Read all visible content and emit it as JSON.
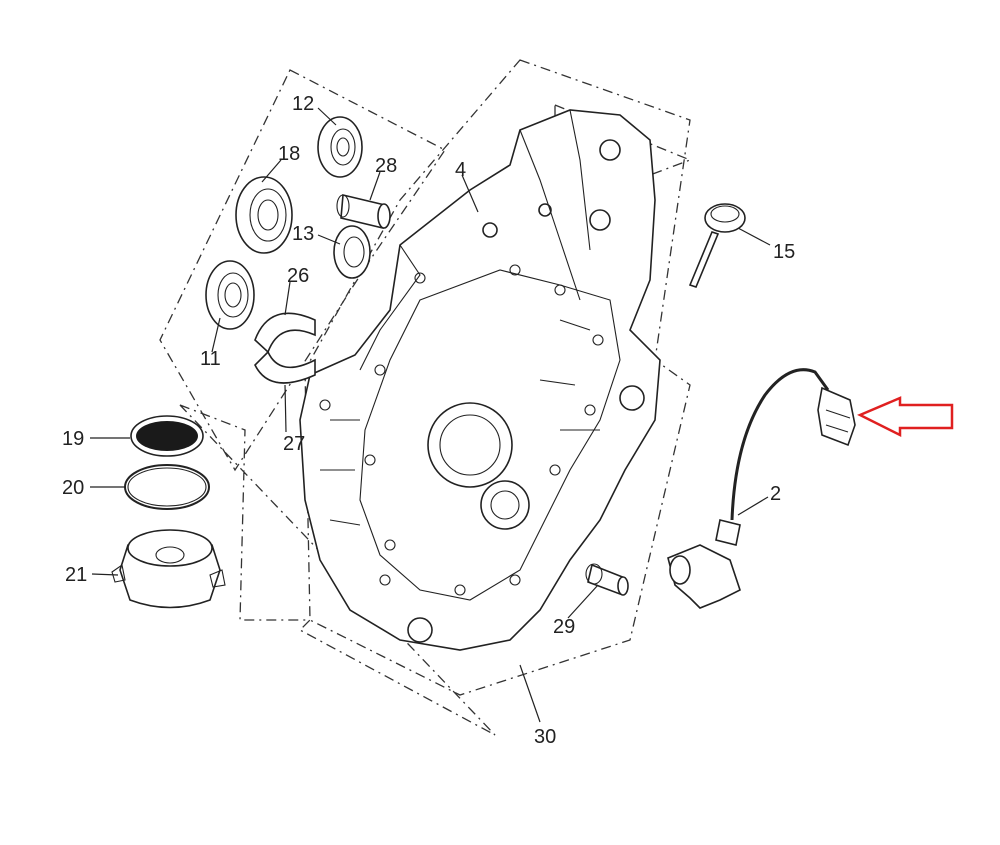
{
  "diagram": {
    "part_numbers": {
      "p12": "12",
      "p18": "18",
      "p28": "28",
      "p4": "4",
      "p13": "13",
      "p26": "26",
      "p11": "11",
      "p15": "15",
      "p19": "19",
      "p27": "27",
      "p20": "20",
      "p2": "2",
      "p21": "21",
      "p29": "29",
      "p30": "30"
    },
    "highlight_color": "#e02020",
    "line_color": "#222222"
  }
}
